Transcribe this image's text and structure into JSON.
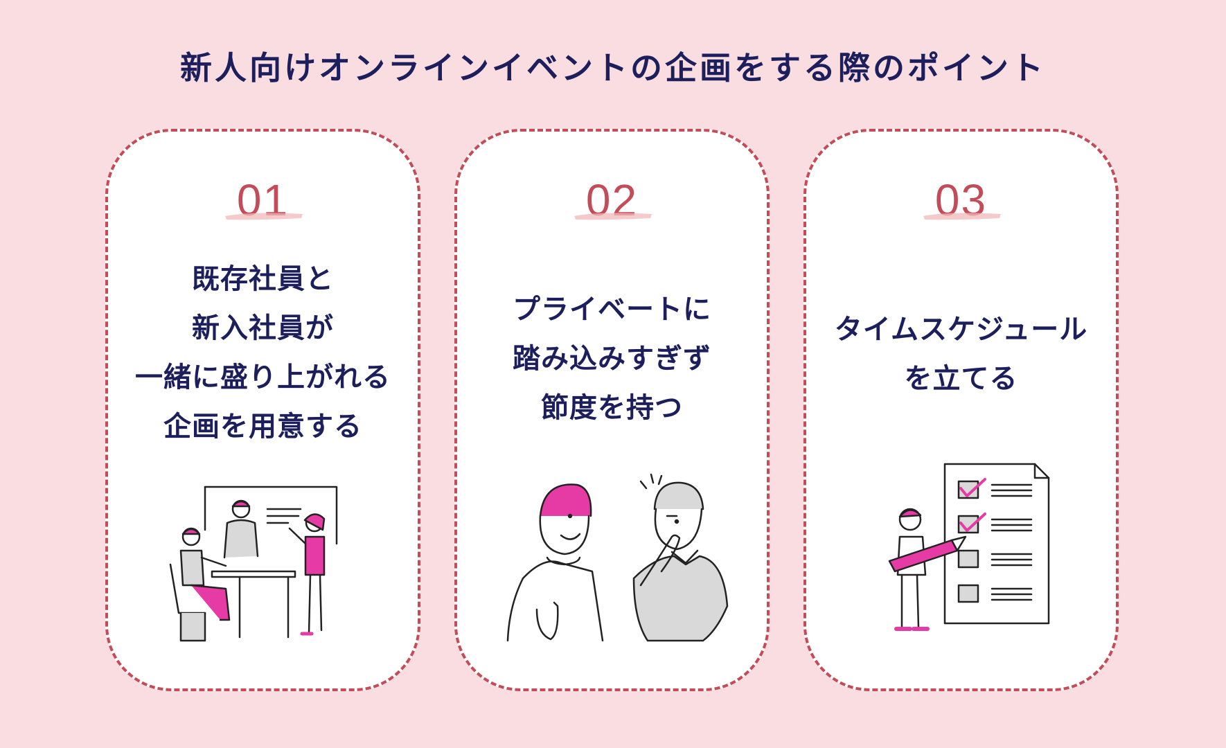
{
  "title": "新人向けオンラインイベントの企画をする際のポイント",
  "colors": {
    "background": "#f9dde0",
    "accent": "#c44c58",
    "text": "#1d1f5c",
    "pink": "#e63aa5"
  },
  "cards": [
    {
      "number": "01",
      "lines": [
        "既存社員と",
        "新入社員が",
        "一緒に盛り上がれる",
        "企画を用意する"
      ],
      "illustration": "team-meeting-whiteboard-illustration"
    },
    {
      "number": "02",
      "lines": [
        "プライベートに",
        "踏み込みすぎず",
        "節度を持つ"
      ],
      "illustration": "two-people-conversation-illustration"
    },
    {
      "number": "03",
      "lines": [
        "タイムスケジュール",
        "を立てる"
      ],
      "illustration": "checklist-pencil-illustration"
    }
  ]
}
